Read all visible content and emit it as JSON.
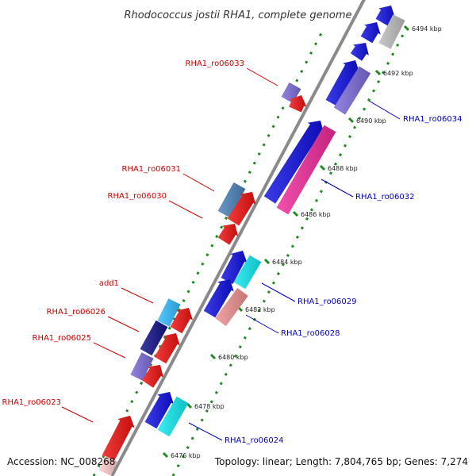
{
  "title": "Rhodococcus jostii RHA1, complete genome",
  "footer": {
    "accession": "Accession: NC_008268",
    "summary": "Topology: linear; Length: 7,804,765 bp; Genes: 7,274"
  },
  "ticks": [
    {
      "label": "6494 kbp"
    },
    {
      "label": "6492 kbp"
    },
    {
      "label": "6490 kbp"
    },
    {
      "label": "6488 kbp"
    },
    {
      "label": "6486 kbp"
    },
    {
      "label": "6484 kbp"
    },
    {
      "label": "6482 kbp"
    },
    {
      "label": "6480 kbp"
    },
    {
      "label": "6478 kbp"
    },
    {
      "label": "6476 kbp"
    }
  ],
  "labels": [
    {
      "text": "RHA1_ro06033",
      "side": "left"
    },
    {
      "text": "RHA1_ro06034",
      "side": "right"
    },
    {
      "text": "RHA1_ro06031",
      "side": "left"
    },
    {
      "text": "RHA1_ro06030",
      "side": "left"
    },
    {
      "text": "RHA1_ro06032",
      "side": "right"
    },
    {
      "text": "RHA1_ro06029",
      "side": "right"
    },
    {
      "text": "add1",
      "side": "left"
    },
    {
      "text": "RHA1_ro06026",
      "side": "left"
    },
    {
      "text": "RHA1_ro06028",
      "side": "right"
    },
    {
      "text": "RHA1_ro06025",
      "side": "left"
    },
    {
      "text": "RHA1_ro06023",
      "side": "left"
    },
    {
      "text": "RHA1_ro06024",
      "side": "right"
    }
  ],
  "colors": {
    "backbone": "#8a8a8a",
    "dots": "#1f8a1f",
    "left_label": "#cc0000",
    "right_label": "#0000bb",
    "blue": "#1010e0",
    "red": "#ee1111",
    "grey": "#bdbdbd",
    "purple": "#7a6ad8",
    "magenta": "#ee2a9a",
    "steelblue": "#4a82b8",
    "cyan": "#11e8f0",
    "pink": "#ee9090",
    "skyblue": "#33bbff",
    "navy": "#111188",
    "lightpink": "#ffcccc"
  }
}
